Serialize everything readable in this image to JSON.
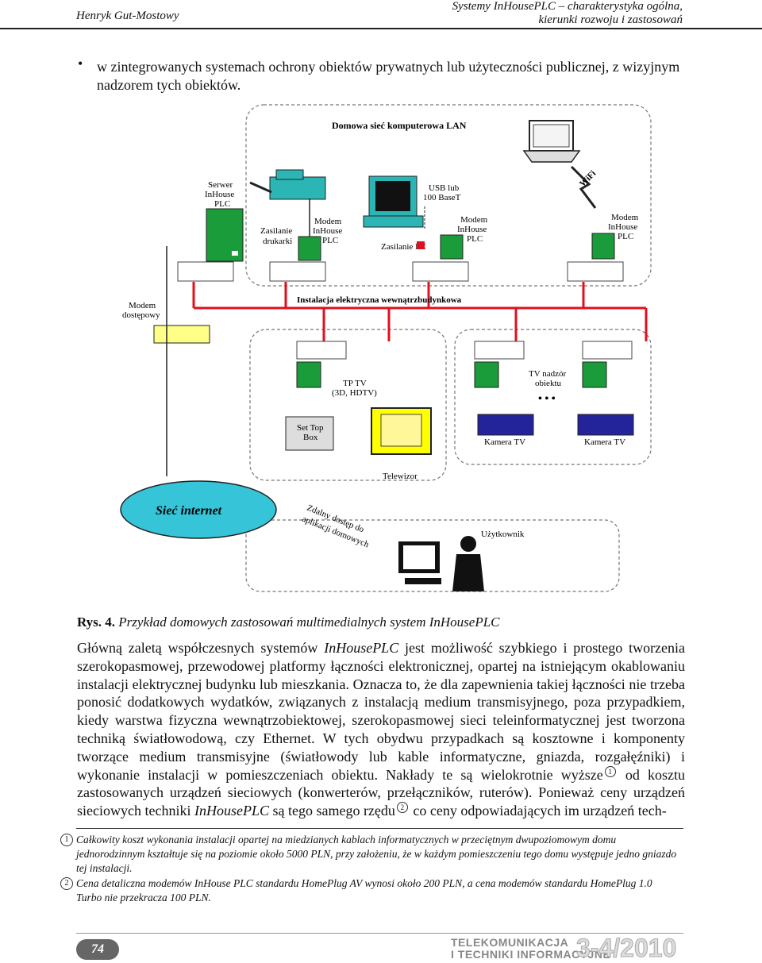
{
  "header": {
    "left": "Henryk Gut-Mostowy",
    "right_line1": "Systemy InHousePLC – charakterystyka ogólna,",
    "right_line2": "kierunki rozwoju i zastosowań"
  },
  "bullet": "w zintegrowanych systemach ochrony obiektów prywatnych lub użyteczności publicznej, z wizyjnym nadzorem tych obiektów.",
  "figure": {
    "lan_title": "Domowa sieć komputerowa LAN",
    "server_label": [
      "Serwer",
      "InHouse",
      "PLC"
    ],
    "printer_power": [
      "Zasilanie",
      "drukarki"
    ],
    "modem_label": [
      "Modem",
      "InHouse",
      "PLC"
    ],
    "usb_label": [
      "USB lub",
      "100 BaseT"
    ],
    "pc_power": "Zasilanie PC",
    "wifi": "WiFi",
    "access_modem": [
      "Modem",
      "dostępowy"
    ],
    "installation": "Instalacja elektryczna wewnątrzbudynkowa",
    "tptv": [
      "TP TV",
      "(3D, HDTV)"
    ],
    "tv_monitoring": [
      "TV nadzór",
      "obiektu"
    ],
    "settop": [
      "Set Top",
      "Box"
    ],
    "camera": "Kamera TV",
    "tv": "Telewizor",
    "internet": "Sieć internet",
    "remote": [
      "Zdalny dostęp do",
      "aplikacji domowych"
    ],
    "user": "Użytkownik",
    "colors": {
      "wire": "#e0101e",
      "modem": "#1a9c3a",
      "cloud": "#35c4d8",
      "camera": "#23239a",
      "tv": "#ffff00",
      "printer": "#2bb5b5"
    }
  },
  "caption": {
    "label": "Rys. 4.",
    "text": "Przykład domowych zastosowań multimedialnych system InHousePLC"
  },
  "body": {
    "p1": "Główną zaletą współczesnych systemów",
    "p1_italic": "InHousePLC",
    "p2": "jest możliwość szybkiego i prostego tworzenia szerokopasmowej, przewodowej platformy łączności elektronicznej, opartej na istniejącym okablowaniu instalacji elektrycznej budynku lub mieszkania. Oznacza to, że dla zapewnienia takiej łączności nie trzeba ponosić dodatkowych wydatków, związanych z instalacją medium transmisyjnego, poza przypadkiem, kiedy warstwa fizyczna wewnątrzobiektowej, szerokopasmowej sieci teleinformatycznej jest tworzona techniką światłowodową, czy Ethernet. W tych obydwu przypadkach są kosztowne i komponenty tworzące medium transmisyjne (światłowody lub kable informatyczne, gniazda, rozgałęźniki) i wykonanie instalacji w pomieszczeniach obiektu. Nakłady te są wielokrotnie wyższe",
    "ref1": "1",
    "p3": "od kosztu zastosowanych urządzeń sieciowych (konwerterów, przełączników, ruterów). Ponieważ ceny urządzeń sieciowych techniki",
    "p3_italic": "InHousePLC",
    "p4": "są tego samego rzędu",
    "ref2": "2",
    "p5": "co ceny odpowiadających im urządzeń tech-"
  },
  "footnotes": [
    {
      "num": "1",
      "text": "Całkowity koszt wykonania instalacji opartej na miedzianych kablach informatycznych w przeciętnym dwupoziomowym domu jednorodzinnym kształtuje się na poziomie około 5000 PLN, przy założeniu, że w każdym pomieszczeniu tego domu występuje jedno gniazdo tej instalacji."
    },
    {
      "num": "2",
      "text": "Cena detaliczna modemów InHouse PLC standardu HomePlug AV wynosi około 200 PLN, a cena modemów standardu HomePlug 1.0 Turbo nie przekracza 100 PLN."
    }
  ],
  "footer": {
    "page": "74",
    "mag_line1": "TELEKOMUNIKACJA",
    "mag_line2": "I TECHNIKI INFORMACYJNE",
    "issue": "3-4/2010"
  }
}
